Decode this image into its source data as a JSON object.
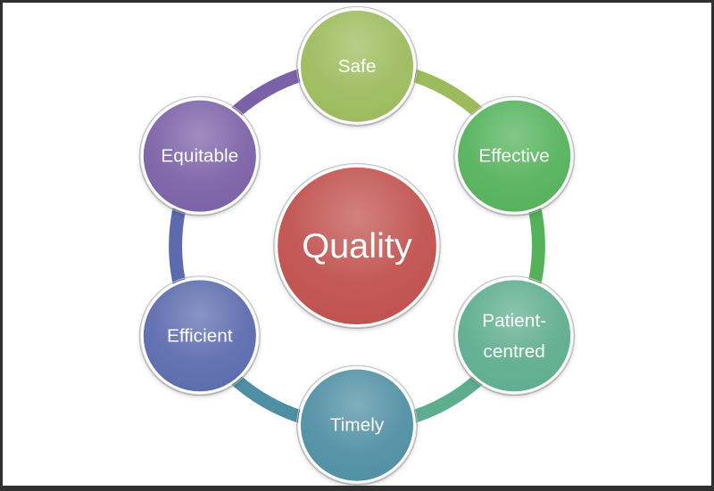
{
  "frame": {
    "background": "#FFFFFF",
    "border_color": "#303030"
  },
  "diagram": {
    "type": "cycle",
    "center": {
      "label": "Quality",
      "color": "#C0504D",
      "text_color": "#FFFFFF"
    },
    "nodes": [
      {
        "label": "Safe",
        "color": "#9CBB5C",
        "lines": [
          "Safe"
        ]
      },
      {
        "label": "Effective",
        "color": "#54B25B",
        "lines": [
          "Effective"
        ]
      },
      {
        "label": "Patient-centred",
        "color": "#5EAD8F",
        "lines": [
          "Patient-",
          "centred"
        ]
      },
      {
        "label": "Timely",
        "color": "#4F8FA4",
        "lines": [
          "Timely"
        ]
      },
      {
        "label": "Efficient",
        "color": "#5B6BAD",
        "lines": [
          "Efficient"
        ]
      },
      {
        "label": "Equitable",
        "color": "#7B61A7",
        "lines": [
          "Equitable"
        ]
      }
    ]
  }
}
